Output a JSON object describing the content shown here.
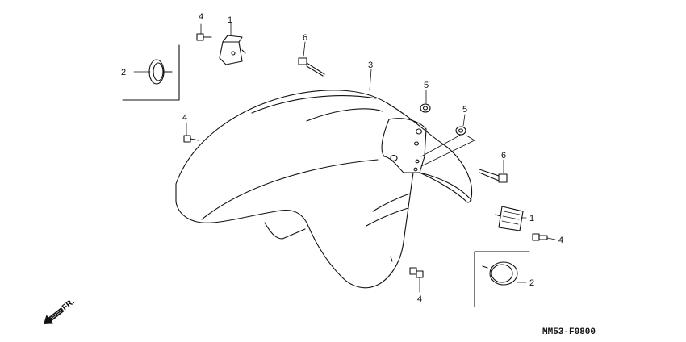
{
  "diagram": {
    "callouts": {
      "c1a": "1",
      "c1b": "1",
      "c2a": "2",
      "c2b": "2",
      "c3": "3",
      "c4a": "4",
      "c4b": "4",
      "c4c": "4",
      "c4d": "4",
      "c5a": "5",
      "c5b": "5",
      "c6a": "6",
      "c6b": "6"
    },
    "direction_label": "FR.",
    "figure_code": "MM53-F0800"
  },
  "colors": {
    "ink": "#111111",
    "background": "#ffffff"
  },
  "icons": {
    "direction_arrow": "arrow-down-left-icon"
  }
}
